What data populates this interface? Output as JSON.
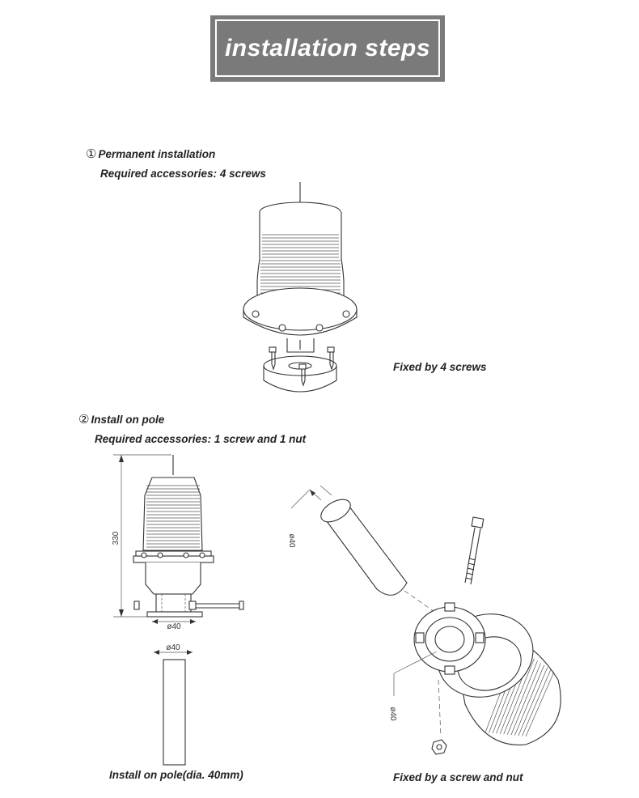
{
  "header": {
    "title": "installation steps"
  },
  "section1": {
    "marker": "①",
    "title": "Permanent installation",
    "accessories": "Required accessories: 4 screws",
    "caption": "Fixed by 4 screws"
  },
  "section2": {
    "marker": "②",
    "title": "Install on pole",
    "accessories": "Required accessories: 1 screw and 1 nut",
    "caption_left": "Install on pole(dia. 40mm)",
    "caption_right": "Fixed by a screw and nut",
    "dim_height": "330",
    "dim_dia_1": "ø40",
    "dim_dia_2": "ø40",
    "dim_dia_3": "ø40",
    "dim_dia_4": "ø40"
  }
}
